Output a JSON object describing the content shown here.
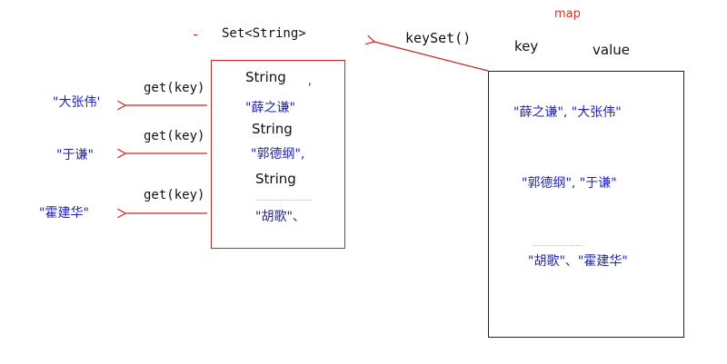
{
  "map_label": "map",
  "set_title": "Set<String>",
  "keyset_label": "keySet()",
  "map_headers": {
    "key": "key",
    "value": "value"
  },
  "set_items": [
    {
      "type": "String",
      "key": "\"薛之谦\""
    },
    {
      "type": "String",
      "key": "\"郭德纲\","
    },
    {
      "type": "String",
      "key": "\"胡歌\"、"
    }
  ],
  "get_calls": [
    {
      "label": "get(key)",
      "result": "\"大张伟'"
    },
    {
      "label": "get(key)",
      "result": "\"于谦\""
    },
    {
      "label": "get(key)",
      "result": "\"霍建华\""
    }
  ],
  "map_entries": [
    {
      "text": "\"薛之谦\", \"大张伟\""
    },
    {
      "text": "\"郭德纲\", \"于谦\""
    },
    {
      "text": "\"胡歌\"、\"霍建华\""
    }
  ],
  "colors": {
    "arrow": "#cc2222",
    "value_text": "#1f1fb5",
    "map_label": "#c0392b"
  }
}
